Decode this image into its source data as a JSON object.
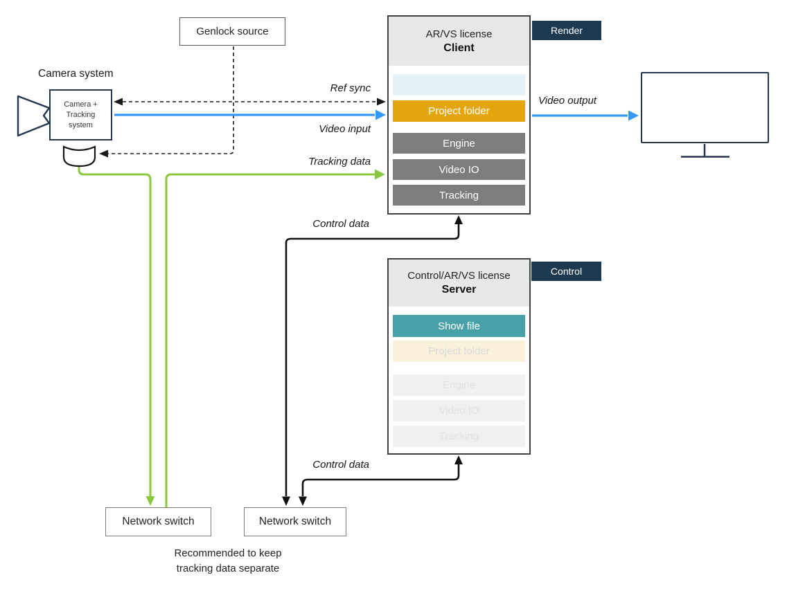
{
  "colors": {
    "accent_blue": "#3399fe",
    "accent_green": "#8cc63f",
    "accent_orange": "#e4a60f",
    "accent_teal": "#49a1a8",
    "tag_navy": "#1d394f",
    "outline_navy": "#24374e",
    "row_gray": "#7d7d7d",
    "header_gray": "#e8e8e8",
    "empty_row_blue": "#e6f2f5",
    "faded_cream": "#faf1dc",
    "faded_gray": "#f0f0f0"
  },
  "camera": {
    "title": "Camera system",
    "line1": "Camera +",
    "line2": "Tracking",
    "line3": "system"
  },
  "genlock": {
    "label": "Genlock source"
  },
  "client": {
    "license": "AR/VS license",
    "role": "Client",
    "tag": "Render",
    "rows": {
      "project_folder": "Project folder",
      "engine": "Engine",
      "video_io": "Video IO",
      "tracking": "Tracking"
    }
  },
  "server": {
    "license": "Control/AR/VS license",
    "role": "Server",
    "tag": "Control",
    "rows": {
      "show_file": "Show file",
      "project_folder": "Project folder",
      "engine": "Engine",
      "video_io": "Video IO",
      "tracking": "Tracking"
    }
  },
  "switches": {
    "left": "Network switch",
    "right": "Network switch"
  },
  "edges": {
    "ref_sync": "Ref sync",
    "video_input": "Video input",
    "tracking_data": "Tracking data",
    "control_data_top": "Control data",
    "control_data_bottom": "Control data",
    "video_output": "Video output"
  },
  "note": {
    "line1": "Recommended to keep",
    "line2": "tracking data separate"
  }
}
